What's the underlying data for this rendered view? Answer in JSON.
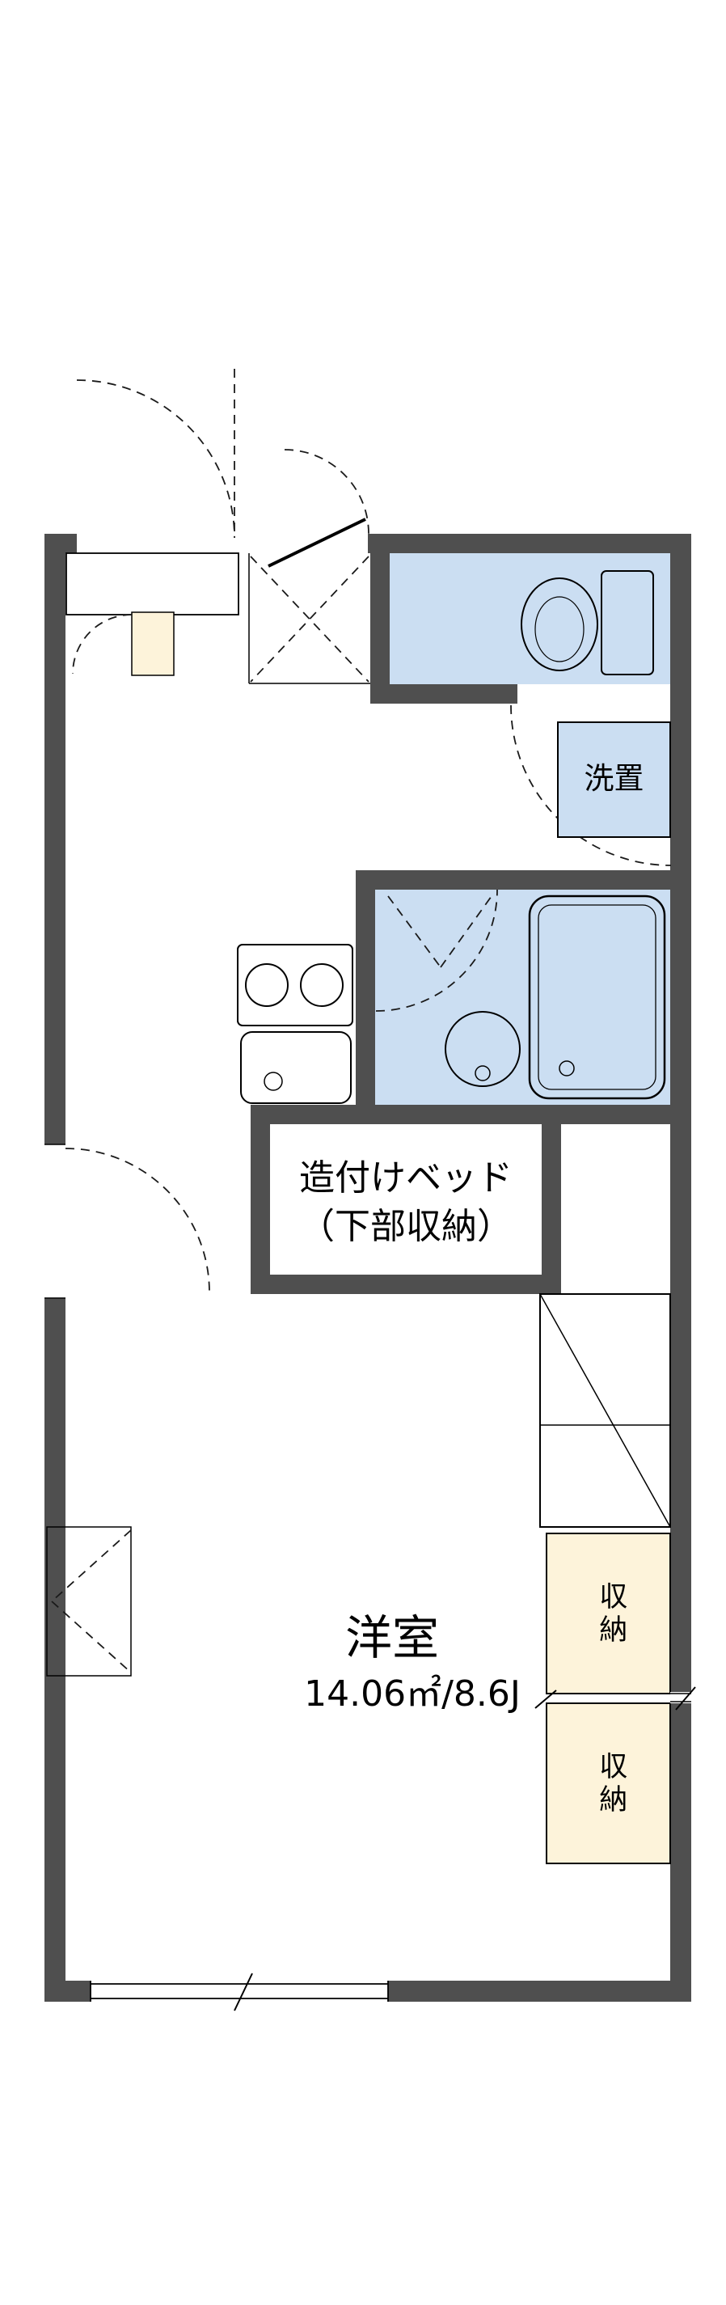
{
  "floor_plan": {
    "laundry_label": "洗置",
    "bed_label_line1": "造付けベッド",
    "bed_label_line2": "（下部収納）",
    "room_name": "洋室",
    "room_size": "14.06㎡/8.6J",
    "closet_upper_label": "収納",
    "closet_lower_label": "収納"
  },
  "colors": {
    "wall": "#4f4f4f",
    "water_area": "#cbdef2",
    "storage": "#fdf3da",
    "outline": "#000000",
    "dashed_line": "#1a1a1a",
    "background": "#ffffff"
  },
  "icons": {
    "fixtures": [
      "toilet-icon",
      "bathtub-icon",
      "wash-basin-icon",
      "two-burner-stove-icon",
      "kitchen-sink-icon",
      "refrigerator-space-icon",
      "door-swing-arc-icon",
      "window-icon",
      "entrance-cross-mark-icon"
    ]
  }
}
